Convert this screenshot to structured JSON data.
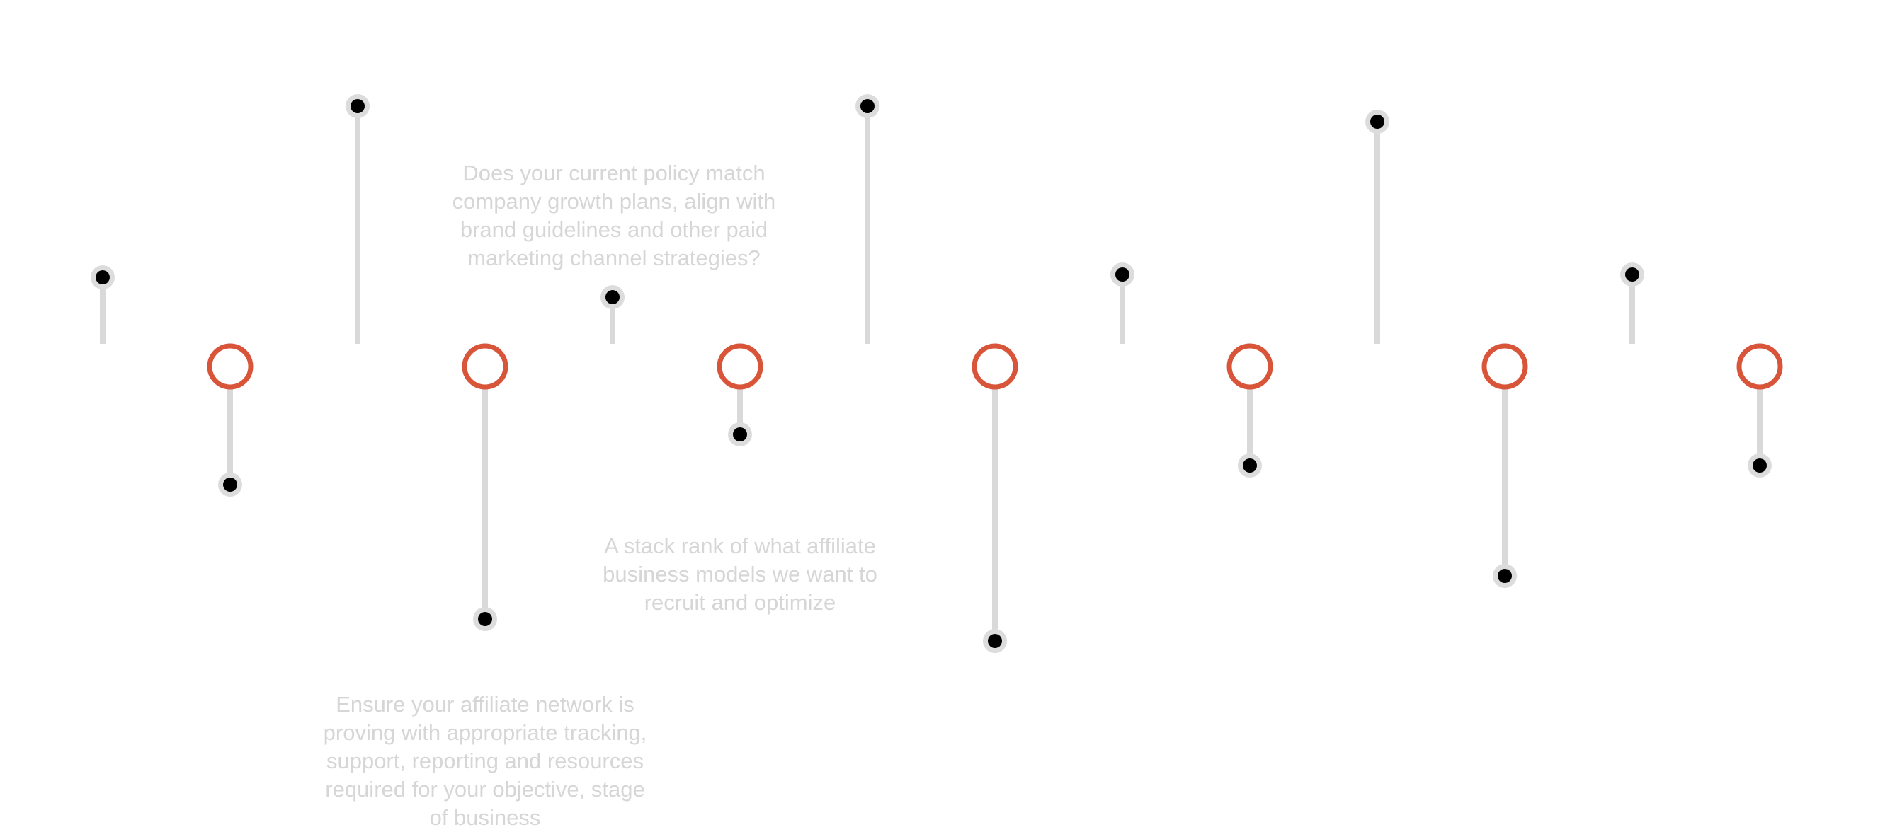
{
  "colors": {
    "milestone_ring": "#d9553a",
    "stem": "#d9d9d9",
    "pin_halo": "#dcdcdc",
    "pin_dot": "#000000",
    "description_text": "#d6d6d6"
  },
  "milestones": [
    {
      "id": "m1"
    },
    {
      "id": "m2"
    },
    {
      "id": "m3"
    },
    {
      "id": "m4"
    },
    {
      "id": "m5"
    },
    {
      "id": "m6"
    },
    {
      "id": "m7"
    }
  ],
  "descriptions": [
    {
      "id": "desc-1",
      "text": "Ensure your affiliate network is\nproving with appropriate tracking,\nsupport, reporting and resources\nrequired for your objective, stage\nof business"
    },
    {
      "id": "desc-2",
      "text": "Does your current policy match\ncompany growth plans, align with\nbrand guidelines and other paid\nmarketing channel strategies?"
    },
    {
      "id": "desc-3",
      "text": "A stack rank of what affiliate\nbusiness models we want to\nrecruit and optimize"
    }
  ]
}
